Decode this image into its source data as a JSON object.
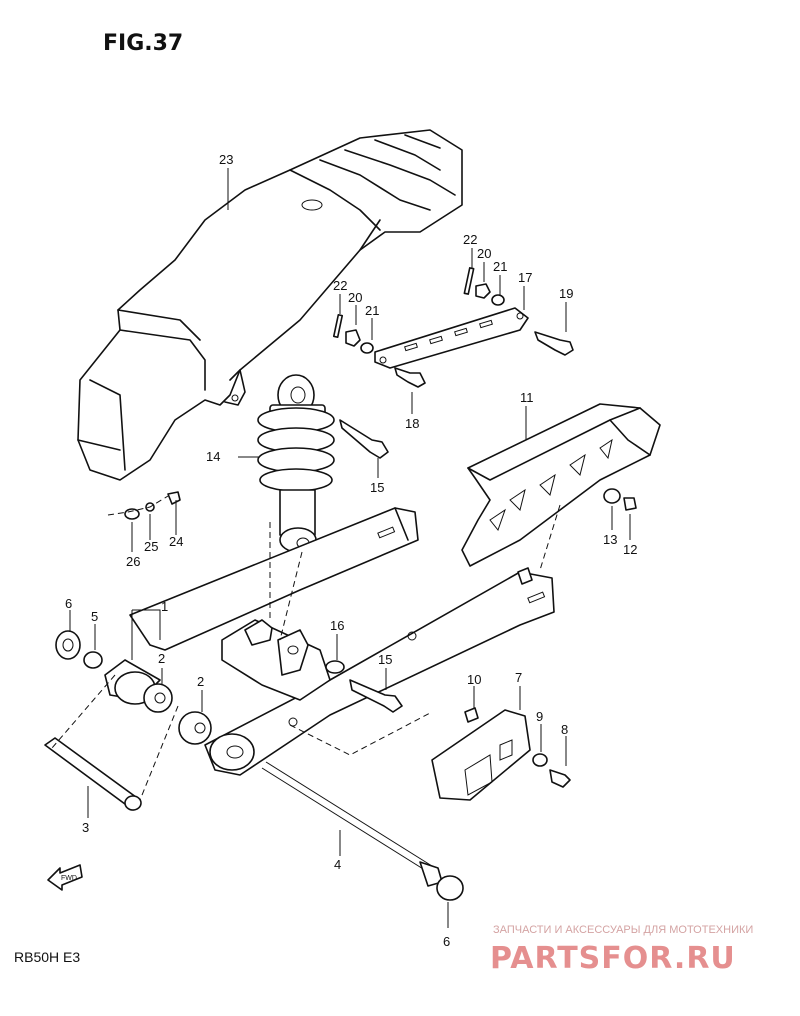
{
  "figure_title": "FIG.37",
  "model_code": "RB50H E3",
  "fwd_label": "FWD",
  "watermark": {
    "subtitle": "ЗАПЧАСТИ И АКСЕССУАРЫ ДЛЯ МОТОТЕХНИКИ",
    "logo": "PARTSFOR.RU"
  },
  "labels": {
    "p23": "23",
    "p22a": "22",
    "p20a": "20",
    "p21a": "21",
    "p17": "17",
    "p19": "19",
    "p22b": "22",
    "p20b": "20",
    "p21b": "21",
    "p18": "18",
    "p11": "11",
    "p14": "14",
    "p15a": "15",
    "p26": "26",
    "p25": "25",
    "p24": "24",
    "p13": "13",
    "p12": "12",
    "p6a": "6",
    "p5": "5",
    "p1": "1",
    "p2a": "2",
    "p2b": "2",
    "p16": "16",
    "p15b": "15",
    "p10": "10",
    "p7": "7",
    "p9": "9",
    "p8": "8",
    "p3": "3",
    "p4": "4",
    "p6b": "6"
  }
}
